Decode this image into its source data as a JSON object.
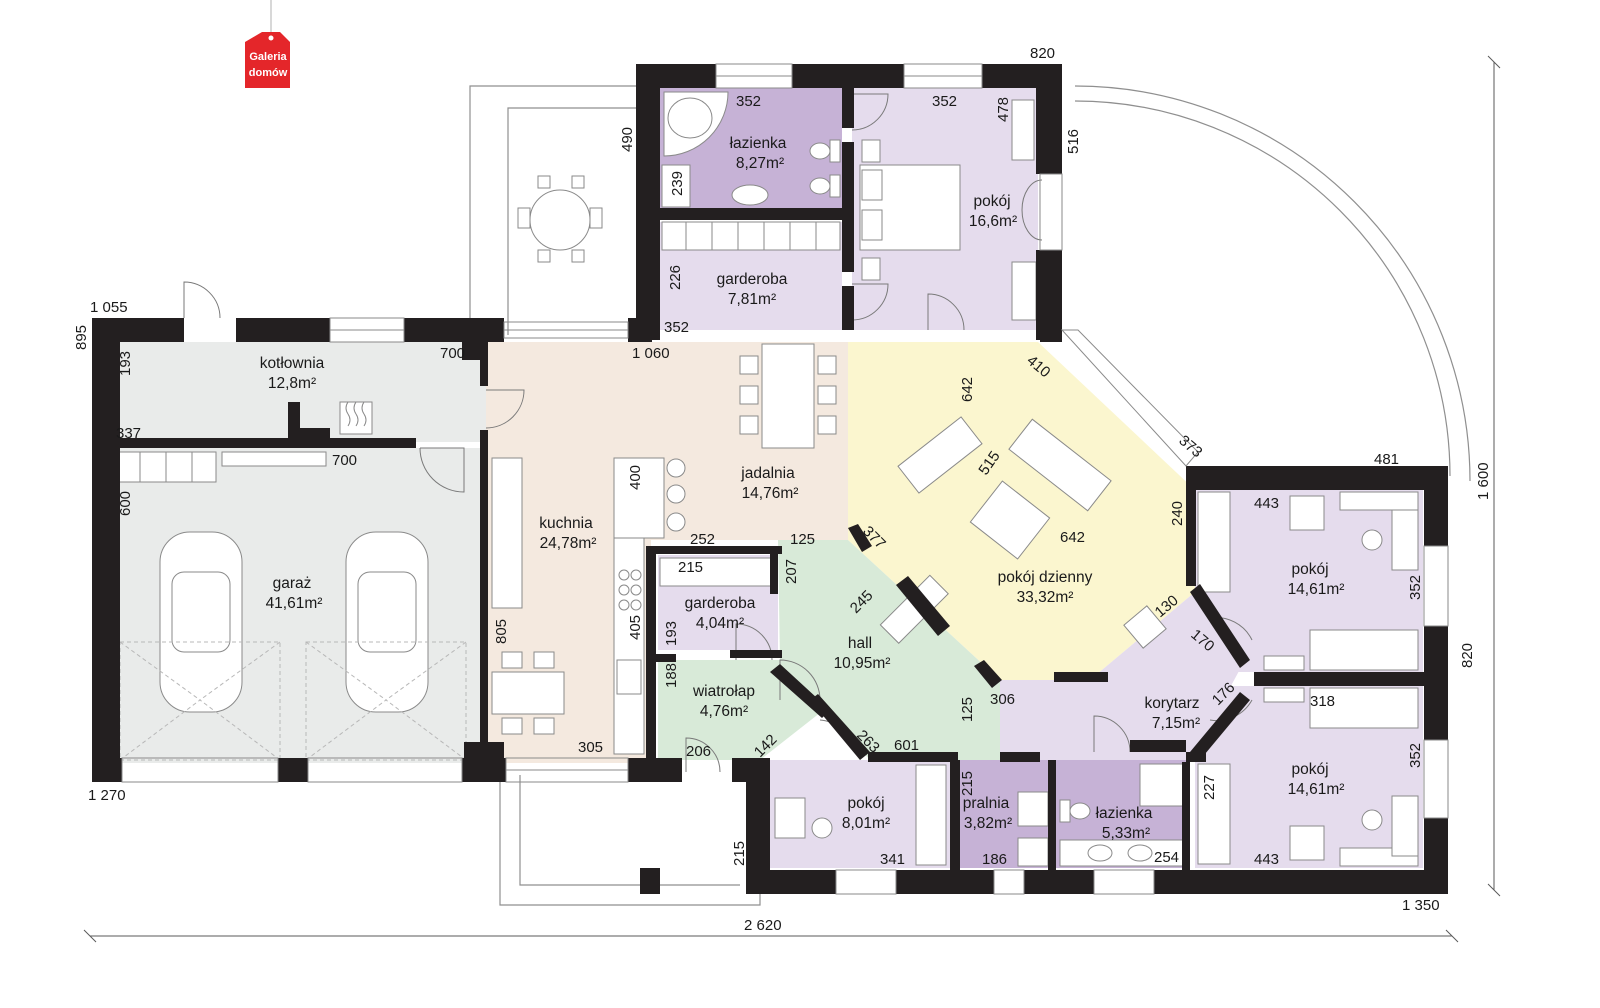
{
  "brand": {
    "line1": "Galeria",
    "line2": "domów",
    "color": "#e4262a"
  },
  "colors": {
    "wall": "#231f20",
    "garage": "#e9ebea",
    "kitchen": "#f4e9df",
    "living": "#fbf6cf",
    "hall": "#d8ead8",
    "room": "#e5dced",
    "bathroom": "#c6b2d6",
    "furniture": "#ffffff",
    "outline": "#9a9a9a"
  },
  "rooms": [
    {
      "id": "kotlownia",
      "name": "kotłownia",
      "area": "12,8m²"
    },
    {
      "id": "garaz",
      "name": "garaż",
      "area": "41,61m²"
    },
    {
      "id": "kuchnia",
      "name": "kuchnia",
      "area": "24,78m²"
    },
    {
      "id": "jadalnia",
      "name": "jadalnia",
      "area": "14,76m²"
    },
    {
      "id": "lazienka1",
      "name": "łazienka",
      "area": "8,27m²"
    },
    {
      "id": "pokoj1",
      "name": "pokój",
      "area": "16,6m²"
    },
    {
      "id": "garderoba1",
      "name": "garderoba",
      "area": "7,81m²"
    },
    {
      "id": "pokoj-dzienny",
      "name": "pokój dzienny",
      "area": "33,32m²"
    },
    {
      "id": "garderoba2",
      "name": "garderoba",
      "area": "4,04m²"
    },
    {
      "id": "hall",
      "name": "hall",
      "area": "10,95m²"
    },
    {
      "id": "wiatrolap",
      "name": "wiatrołap",
      "area": "4,76m²"
    },
    {
      "id": "pokoj2",
      "name": "pokój",
      "area": "8,01m²"
    },
    {
      "id": "pralnia",
      "name": "pralnia",
      "area": "3,82m²"
    },
    {
      "id": "lazienka2",
      "name": "łazienka",
      "area": "5,33m²"
    },
    {
      "id": "korytarz",
      "name": "korytarz",
      "area": "7,15m²"
    },
    {
      "id": "pokoj3",
      "name": "pokój",
      "area": "14,61m²"
    },
    {
      "id": "pokoj4",
      "name": "pokój",
      "area": "14,61m²"
    }
  ],
  "dimensions": [
    "820",
    "352",
    "352",
    "478",
    "490",
    "239",
    "516",
    "226",
    "352",
    "1 055",
    "895",
    "193",
    "700",
    "1 060",
    "337",
    "700",
    "600",
    "410",
    "642",
    "373",
    "481",
    "1 600",
    "400",
    "515",
    "443",
    "240",
    "642",
    "252",
    "125",
    "377",
    "215",
    "207",
    "352",
    "245",
    "193",
    "405",
    "805",
    "130",
    "170",
    "820",
    "188",
    "306",
    "176",
    "318",
    "125",
    "142",
    "263",
    "601",
    "206",
    "305",
    "352",
    "227",
    "215",
    "1 270",
    "215",
    "341",
    "186",
    "254",
    "443",
    "1 350",
    "2 620"
  ]
}
